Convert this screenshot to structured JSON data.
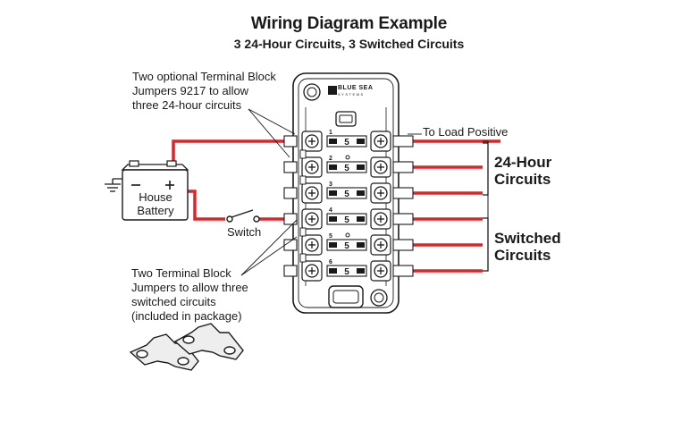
{
  "title": "Wiring Diagram Example",
  "subtitle": "3 24-Hour Circuits, 3 Switched Circuits",
  "labels": {
    "optional_jumpers": [
      "Two optional Terminal Block",
      "Jumpers 9217 to allow",
      "three 24-hour circuits"
    ],
    "to_load": "To Load Positive",
    "group_24h": [
      "24-Hour",
      "Circuits"
    ],
    "group_switched": [
      "Switched",
      "Circuits"
    ],
    "battery": [
      "House",
      "Battery"
    ],
    "switch": "Switch",
    "included_jumpers": [
      "Two Terminal Block",
      "Jumpers to allow three",
      "switched circuits",
      "(included in package)"
    ],
    "brand": "BLUE SEA",
    "brand_sub": "SYSTEMS"
  },
  "circuits": [
    "1",
    "2",
    "3",
    "4",
    "5",
    "6"
  ],
  "fuse_rating": "5",
  "colors": {
    "wire": "#d9262b",
    "ink": "#1a1a1a",
    "panel": "#f4f4f4"
  }
}
